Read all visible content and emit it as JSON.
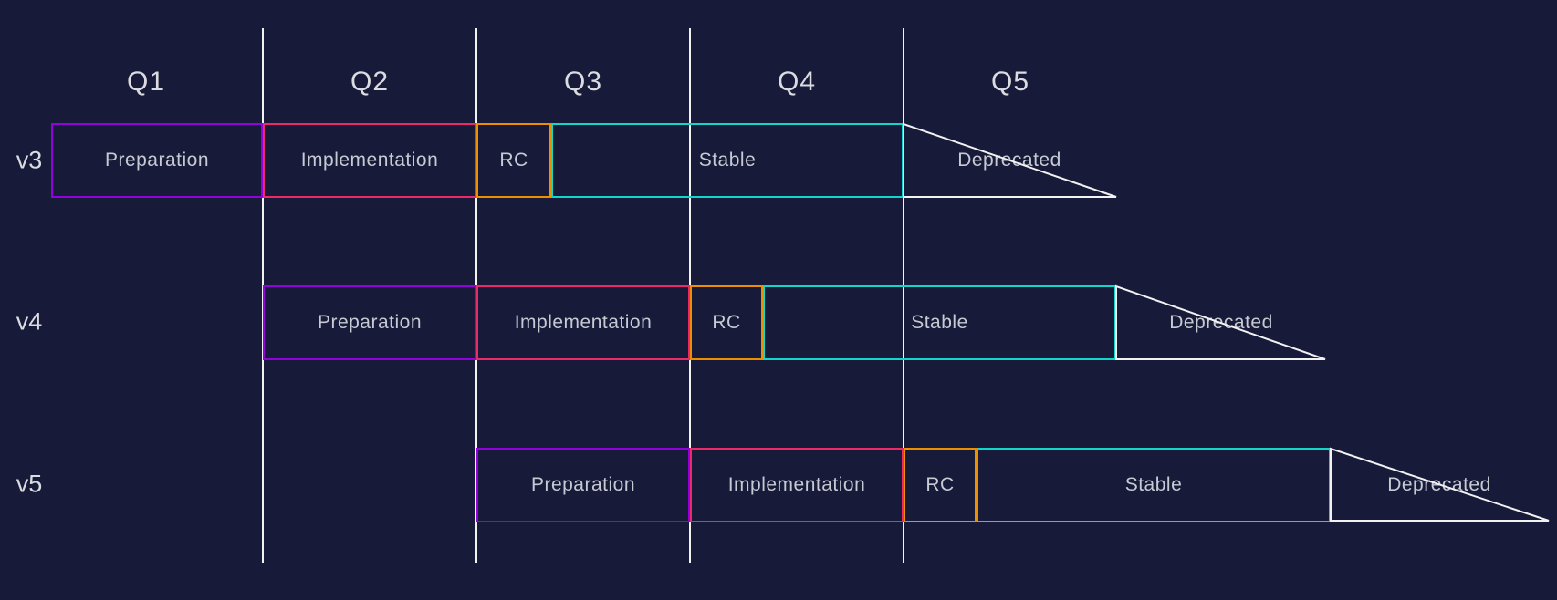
{
  "colors": {
    "background": "#171a38",
    "grid_line": "#f2f2f2",
    "header_text": "#dbdce2",
    "label_text": "#c7cad3",
    "preparation_border": "#9102dd",
    "implementation_border": "#ed2a69",
    "rc_border": "#ee8f00",
    "stable_border": "#13d6cb",
    "deprecated_outline": "#f2f2f2"
  },
  "quarters": {
    "labels": [
      "Q1",
      "Q2",
      "Q3",
      "Q4",
      "Q5"
    ]
  },
  "versions": [
    {
      "label": "v3",
      "phases": [
        "Preparation",
        "Implementation",
        "RC",
        "Stable",
        "Deprecated"
      ]
    },
    {
      "label": "v4",
      "phases": [
        "Preparation",
        "Implementation",
        "RC",
        "Stable",
        "Deprecated"
      ]
    },
    {
      "label": "v5",
      "phases": [
        "Preparation",
        "Implementation",
        "RC",
        "Stable",
        "Deprecated"
      ]
    }
  ],
  "chart_data": {
    "type": "gantt-timeline",
    "title": "",
    "columns": [
      "Q1",
      "Q2",
      "Q3",
      "Q4",
      "Q5"
    ],
    "grid": "vertical-quarter-separators",
    "rows": [
      {
        "version": "v3",
        "phases": [
          {
            "name": "Preparation",
            "start_quarter": 1.0,
            "end_quarter": 2.0,
            "style": "purple-outline-box"
          },
          {
            "name": "Implementation",
            "start_quarter": 2.0,
            "end_quarter": 3.0,
            "style": "pink-outline-box"
          },
          {
            "name": "RC",
            "start_quarter": 3.0,
            "end_quarter": 3.35,
            "style": "orange-outline-box"
          },
          {
            "name": "Stable",
            "start_quarter": 3.35,
            "end_quarter": 5.0,
            "style": "teal-outline-box"
          },
          {
            "name": "Deprecated",
            "start_quarter": 5.0,
            "end_quarter": 6.0,
            "style": "white-fadeout-triangle"
          }
        ]
      },
      {
        "version": "v4",
        "phases": [
          {
            "name": "Preparation",
            "start_quarter": 2.0,
            "end_quarter": 3.0,
            "style": "purple-outline-box"
          },
          {
            "name": "Implementation",
            "start_quarter": 3.0,
            "end_quarter": 4.0,
            "style": "pink-outline-box"
          },
          {
            "name": "RC",
            "start_quarter": 4.0,
            "end_quarter": 4.35,
            "style": "orange-outline-box"
          },
          {
            "name": "Stable",
            "start_quarter": 4.35,
            "end_quarter": 6.0,
            "style": "teal-outline-box"
          },
          {
            "name": "Deprecated",
            "start_quarter": 6.0,
            "end_quarter": 7.0,
            "style": "white-fadeout-triangle"
          }
        ]
      },
      {
        "version": "v5",
        "phases": [
          {
            "name": "Preparation",
            "start_quarter": 3.0,
            "end_quarter": 4.0,
            "style": "purple-outline-box"
          },
          {
            "name": "Implementation",
            "start_quarter": 4.0,
            "end_quarter": 5.0,
            "style": "pink-outline-box"
          },
          {
            "name": "RC",
            "start_quarter": 5.0,
            "end_quarter": 5.35,
            "style": "orange-outline-box"
          },
          {
            "name": "Stable",
            "start_quarter": 5.35,
            "end_quarter": 7.0,
            "style": "teal-outline-box"
          },
          {
            "name": "Deprecated",
            "start_quarter": 7.0,
            "end_quarter": 8.0,
            "style": "white-fadeout-triangle"
          }
        ]
      }
    ]
  }
}
